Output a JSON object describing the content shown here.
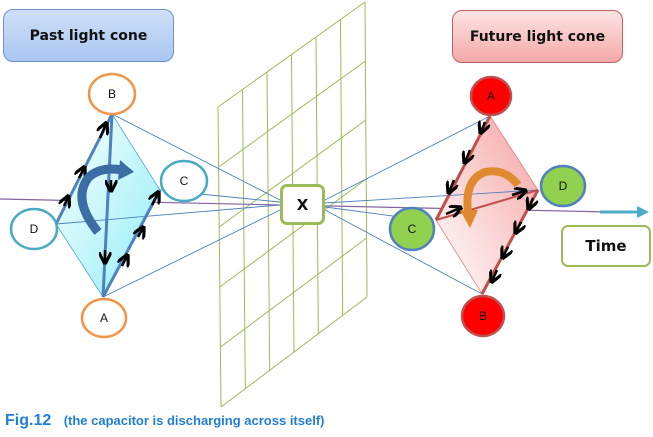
{
  "figure": {
    "caption_label": "Fig.12",
    "caption_text": "(the capacitor is discharging across itself)"
  },
  "past_cone": {
    "title": "Past light cone",
    "nodes": {
      "top": "B",
      "right": "C",
      "left": "D",
      "bottom": "A"
    },
    "fill_color": "#b8f2f7",
    "node_border_color_top_bottom": "#f0954a",
    "node_border_color_sides": "#4aaac4",
    "rotation_arrow_color": "#3b6ea5"
  },
  "future_cone": {
    "title": "Future light cone",
    "nodes": {
      "top": "A",
      "right": "D",
      "left": "C",
      "bottom": "B"
    },
    "fill_color": "#f7c4c4",
    "node_fill_top_bottom": "#ff0000",
    "node_fill_sides": "#92d050",
    "rotation_arrow_color": "#e08a30"
  },
  "event": {
    "label": "X"
  },
  "time_axis": {
    "label": "Time",
    "arrow_color": "#4bacc6"
  },
  "colors": {
    "grid": "#9bbb59",
    "projection_lines": "#4f81bd",
    "time_line": "#8064a2",
    "past_edge": "#4f81bd",
    "future_edge": "#c0504d"
  }
}
